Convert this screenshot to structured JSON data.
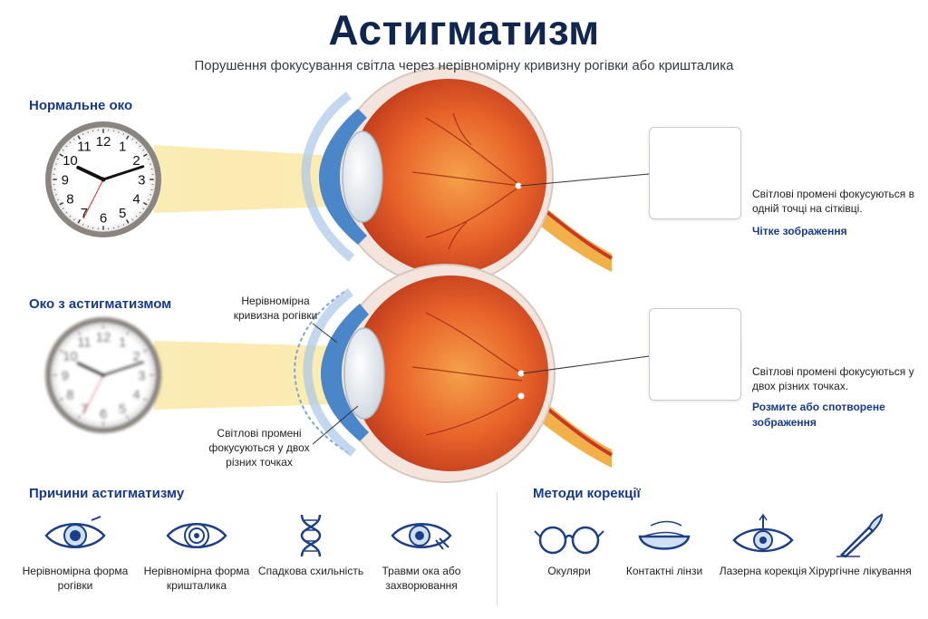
{
  "title": "Астигматизм",
  "subtitle": "Порушення фокусування світла через нерівномірну кривизну рогівки або кришталика",
  "normal_eye": {
    "heading": "Нормальне око",
    "description": "Світлові промені фокусуються в одній точці на сітківці.",
    "result": "Чітке зображення"
  },
  "astig_eye": {
    "heading": "Око з астигматизмом",
    "cornea_callout": "Нерівномірна кривизна рогівки",
    "rays_callout": "Світлові промені фокусуються у двох різних точках",
    "description": "Світлові промені фокусуються у двох різних точках.",
    "result": "Розмите або спотворене зображення"
  },
  "causes": {
    "heading": "Причини астигматизму",
    "items": [
      {
        "icon": "eye-cornea-icon",
        "label": "Нерівномірна форма рогівки"
      },
      {
        "icon": "eye-lens-icon",
        "label": "Нерівномірна форма кришталика"
      },
      {
        "icon": "dna-icon",
        "label": "Спадкова схильність"
      },
      {
        "icon": "injured-eye-icon",
        "label": "Травми ока або захворювання"
      }
    ]
  },
  "methods": {
    "heading": "Методи корекції",
    "items": [
      {
        "icon": "glasses-icon",
        "label": "Окуляри"
      },
      {
        "icon": "contact-lens-icon",
        "label": "Контактні лінзи"
      },
      {
        "icon": "laser-eye-icon",
        "label": "Лазерна корекція"
      },
      {
        "icon": "scalpel-icon",
        "label": "Хірургічне лікування"
      }
    ]
  },
  "clock_numbers": [
    "12",
    "1",
    "2",
    "3",
    "4",
    "5",
    "6",
    "7",
    "8",
    "9",
    "10",
    "11"
  ],
  "colors": {
    "title": "#10264f",
    "heading": "#173a8a",
    "eyeball": "#e8622a",
    "light_beam": "#f7dc7a",
    "icon": "#1d3f86"
  }
}
